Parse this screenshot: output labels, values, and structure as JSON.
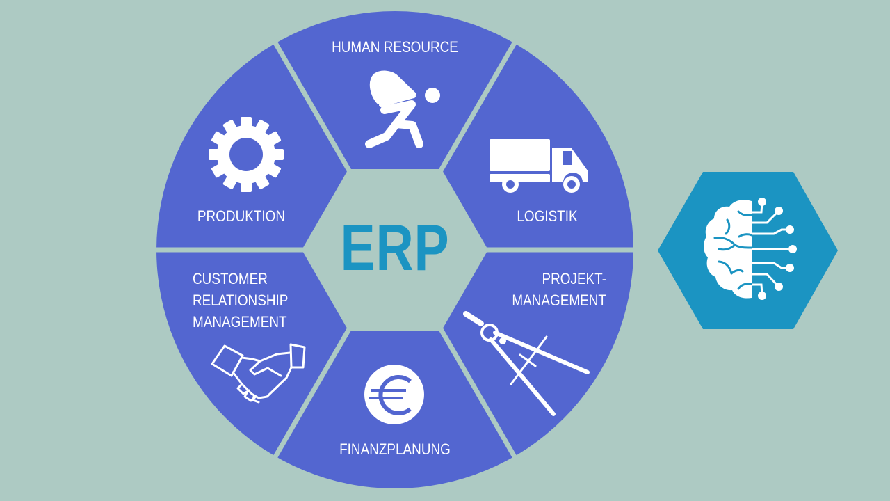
{
  "diagram": {
    "center_label": "ERP",
    "segments": [
      {
        "id": "human-resource",
        "label": "HUMAN RESOURCE",
        "icon": "person-carrying-load-icon"
      },
      {
        "id": "logistik",
        "label": "LOGISTIK",
        "icon": "truck-icon"
      },
      {
        "id": "projekt-management",
        "label_lines": [
          "PROJEKT-",
          "MANAGEMENT"
        ],
        "icon": "drafting-compass-icon"
      },
      {
        "id": "finanzplanung",
        "label": "FINANZPLANUNG",
        "icon": "euro-coin-icon"
      },
      {
        "id": "customer-relationship-management",
        "label_lines": [
          "CUSTOMER",
          "RELATIONSHIP",
          "MANAGEMENT"
        ],
        "icon": "handshake-icon"
      },
      {
        "id": "produktion",
        "label": "PRODUKTION",
        "icon": "gear-icon"
      }
    ],
    "side_badge": {
      "icon": "ai-brain-circuit-icon"
    }
  },
  "colors": {
    "background": "#adcac3",
    "segment_fill": "#5366d0",
    "center_text": "#1b94c2",
    "badge_fill": "#1b94c2",
    "icon": "#ffffff"
  }
}
